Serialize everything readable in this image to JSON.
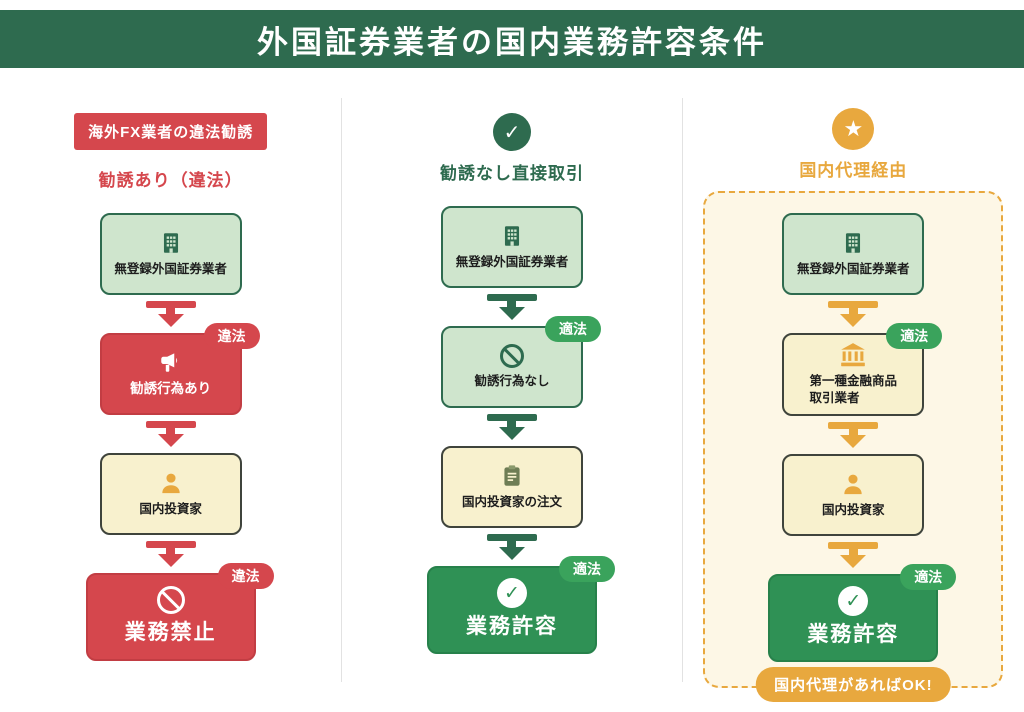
{
  "header": {
    "title": "外国証券業者の国内業務許容条件"
  },
  "columns": [
    {
      "ribbon": "海外FX業者の違法勧誘",
      "heading": "勧誘あり（違法）",
      "steps": [
        {
          "label": "無登録外国証券業者",
          "icon": "building-icon"
        },
        {
          "label": "勧誘行為あり",
          "icon": "megaphone-icon",
          "badge": "違法"
        },
        {
          "label": "国内投資家",
          "icon": "person-icon"
        },
        {
          "label": "業務禁止",
          "icon": "prohibited-icon",
          "badge": "違法"
        }
      ]
    },
    {
      "header_icon": "check-icon",
      "header_icon_glyph": "✓",
      "heading": "勧誘なし直接取引",
      "steps": [
        {
          "label": "無登録外国証券業者",
          "icon": "building-icon"
        },
        {
          "label": "勧誘行為なし",
          "icon": "prohibited-icon",
          "badge": "適法"
        },
        {
          "label": "国内投資家の注文",
          "icon": "clipboard-icon"
        },
        {
          "label": "業務許容",
          "icon": "check-icon",
          "badge": "適法",
          "check_glyph": "✓"
        }
      ]
    },
    {
      "header_icon": "star-icon",
      "header_icon_glyph": "★",
      "heading": "国内代理経由",
      "footer_badge": "国内代理があればOK!",
      "steps": [
        {
          "label": "無登録外国証券業者",
          "icon": "building-icon"
        },
        {
          "label": "第一種金融商品\n取引業者",
          "icon": "bank-icon",
          "badge": "適法"
        },
        {
          "label": "国内投資家",
          "icon": "person-icon"
        },
        {
          "label": "業務許容",
          "icon": "check-icon",
          "badge": "適法",
          "check_glyph": "✓"
        }
      ]
    }
  ],
  "colors": {
    "header_green": "#2e6b4f",
    "red": "#d5474d",
    "result_green": "#2f9155",
    "badge_green": "#3aa35c",
    "orange": "#e8a83e",
    "light_green_bg": "#cfe5cd",
    "cream_bg": "#f8f1ce",
    "panel_cream": "#fdf7e6"
  }
}
